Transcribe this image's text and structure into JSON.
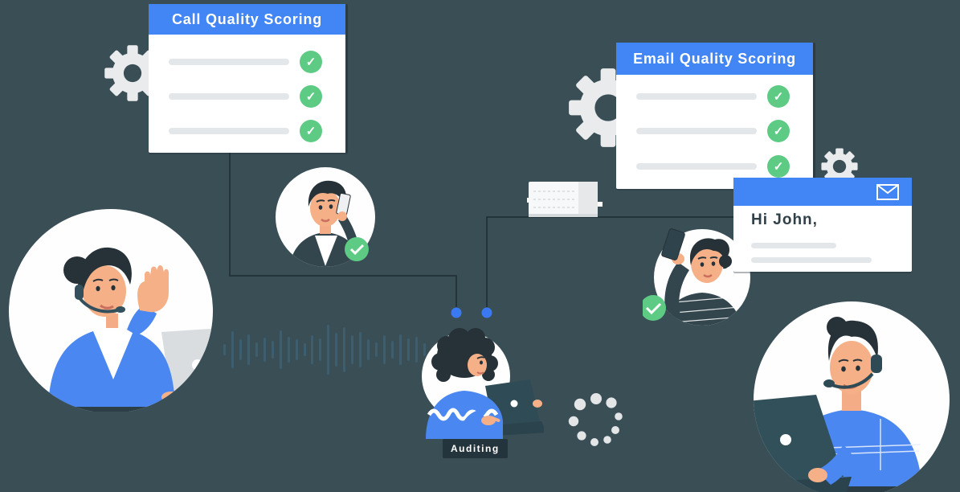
{
  "colors": {
    "background": "#3a4e56",
    "header_blue": "#4285f4",
    "check_green": "#5ecb85",
    "dot_blue": "#3b79f2",
    "connector_dark": "#24343b",
    "gear_gray": "#e9ebec",
    "text_dark": "#2f4049",
    "placeholder_gray": "#e4e7e9",
    "waveform_teal": "#3d5e6f",
    "label_bg": "#24343c",
    "skin": "#f5b088",
    "dark_clothing": "#33464e",
    "blue_clothing": "#4b87f0",
    "laptop_teal": "#31505a"
  },
  "cards": {
    "call_scoring": {
      "title": "Call Quality Scoring",
      "checklist_rows": 3,
      "all_checked": true
    },
    "email_scoring": {
      "title": "Email Quality Scoring",
      "checklist_rows": 3,
      "all_checked": true
    },
    "email_preview": {
      "greeting": "Hi John,",
      "icon": "envelope-icon",
      "placeholder_lines": 2
    }
  },
  "auditing_label": "Auditing",
  "check_glyph": "✓",
  "icons": [
    "gear-icon",
    "envelope-icon",
    "check-badge-icon",
    "loading-spinner-icon",
    "headset-icon",
    "laptop-icon",
    "phone-icon",
    "paper-stack-icon",
    "audio-waveform",
    "connector-dot-icon"
  ],
  "waveform": {
    "bars": [
      14,
      46,
      26,
      38,
      18,
      30,
      22,
      48,
      32,
      26,
      16,
      36,
      28,
      62,
      42,
      56,
      36,
      44,
      26,
      18,
      36,
      22,
      38,
      28,
      32,
      16
    ]
  },
  "spinner": {
    "dots": 9
  }
}
